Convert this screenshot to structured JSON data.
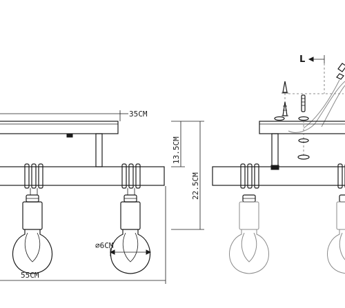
{
  "dimensions": {
    "depth": "35CM",
    "bulb_diameter": "⌀6CM",
    "width": "55CM",
    "height_min": "13.5CM",
    "height_max": "22.5CM"
  },
  "assembly": {
    "wire_label": "L"
  }
}
